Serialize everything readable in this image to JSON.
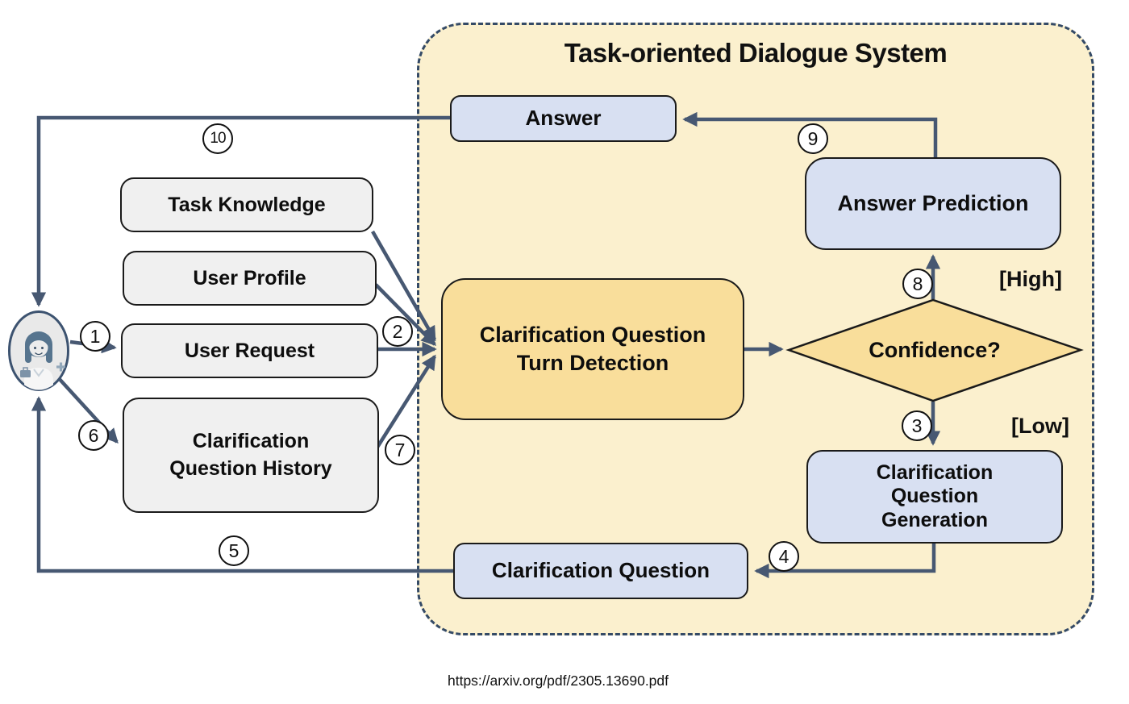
{
  "container": {
    "title": "Task-oriented Dialogue System"
  },
  "nodes": {
    "answer": {
      "label": "Answer"
    },
    "answer_prediction": {
      "label": "Answer Prediction"
    },
    "turn_detection": {
      "label": "Clarification Question\nTurn Detection"
    },
    "confidence": {
      "label": "Confidence?"
    },
    "generation": {
      "label": "Clarification\nQuestion\nGeneration"
    },
    "clarification_question": {
      "label": "Clarification Question"
    },
    "task_knowledge": {
      "label": "Task Knowledge"
    },
    "user_profile": {
      "label": "User Profile"
    },
    "user_request": {
      "label": "User Request"
    },
    "cq_history": {
      "label": "Clarification\nQuestion History"
    }
  },
  "steps": [
    {
      "n": "1"
    },
    {
      "n": "2"
    },
    {
      "n": "3"
    },
    {
      "n": "4"
    },
    {
      "n": "5"
    },
    {
      "n": "6"
    },
    {
      "n": "7"
    },
    {
      "n": "8"
    },
    {
      "n": "9"
    },
    {
      "n": "10"
    }
  ],
  "branches": {
    "high": "[High]",
    "low": "[Low]"
  },
  "footer": {
    "source_url": "https://arxiv.org/pdf/2305.13690.pdf"
  },
  "icons": {
    "user_avatar": "user-avatar-icon"
  },
  "colors": {
    "container_fill": "#fbf0ce",
    "node_blue": "#d8e0f2",
    "node_gold": "#f9de9b",
    "node_gray": "#f0f0f0",
    "arrow": "#475872",
    "dashed_border": "#344a66",
    "box_border": "#1a1a1a"
  }
}
